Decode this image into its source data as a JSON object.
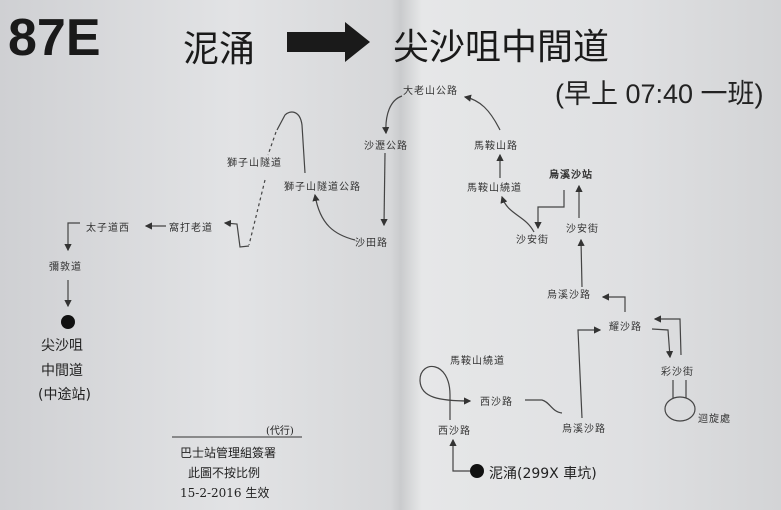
{
  "header": {
    "route": "87E",
    "origin": "泥涌",
    "destination": "尖沙咀中間道",
    "schedule": "(早上 07:40 一班)"
  },
  "stops": {
    "tai_lo_shan": "大老山公路",
    "sha_lek": "沙瀝公路",
    "ma_on_shan_rd": "馬鞍山路",
    "lion_tunnel": "獅子山隧道",
    "lion_tunnel_rd": "獅子山隧道公路",
    "ma_on_shan_bypass_upper": "馬鞍山繞道",
    "wu_kai_sha_station": "烏溪沙站",
    "sha_on_st_left": "沙安街",
    "sha_on_st_right": "沙安街",
    "sha_tin_rd": "沙田路",
    "prince_edward_rd_w": "太子道西",
    "waterloo_rd": "窩打老道",
    "nathan_rd": "彌敦道",
    "wu_kai_sha_rd_upper": "烏溪沙路",
    "yiu_sha_rd": "耀沙路",
    "choi_sha_st": "彩沙街",
    "roundabout": "迴旋處",
    "ma_on_shan_bypass_lower": "馬鞍山繞道",
    "sai_sha_rd_right": "西沙路",
    "sai_sha_rd_left": "西沙路",
    "wu_kai_sha_rd_lower": "烏溪沙路"
  },
  "terminus_tst": {
    "line1": "尖沙咀",
    "line2": "中間道",
    "line3": "(中途站)"
  },
  "terminus_nai_chung": "泥涌(299X 車坑)",
  "footer": {
    "acting": "(代行)",
    "signed": "巴士站管理組簽署",
    "not_to_scale": "此圖不按比例",
    "effective": "15-2-2016 生效"
  }
}
